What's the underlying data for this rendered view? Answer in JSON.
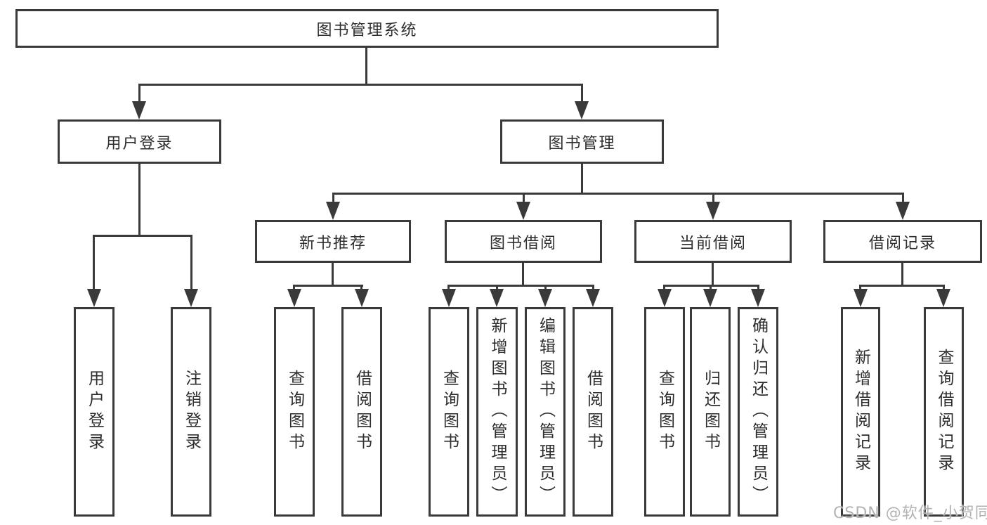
{
  "diagram": {
    "root": "图书管理系统",
    "level2": {
      "user_login": "用户登录",
      "book_mgmt": "图书管理"
    },
    "level3": {
      "new_book_rec": "新书推荐",
      "book_borrow": "图书借阅",
      "current_borrow": "当前借阅",
      "borrow_records": "借阅记录"
    },
    "leaves": {
      "user_login_leaf": "用户登录",
      "logout_leaf": "注销登录",
      "rec_search_books": "查询图书",
      "rec_borrow_books": "借阅图书",
      "bor_search_books": "查询图书",
      "bor_add_books": "新增图书（管理员）",
      "bor_edit_books": "编辑图书（管理员）",
      "bor_borrow_books": "借阅图书",
      "cur_search_books": "查询图书",
      "cur_return_books": "归还图书",
      "cur_confirm_return": "确认归还（管理员）",
      "rec_add_record": "新增借阅记录",
      "rec_search_record": "查询借阅记录"
    }
  },
  "watermark": "CSDN @软件_小贺同学",
  "colors": {
    "line": "#3a3a3a",
    "text": "#2d2d2d",
    "watermark": "#b2b2b2",
    "background": "#ffffff"
  }
}
